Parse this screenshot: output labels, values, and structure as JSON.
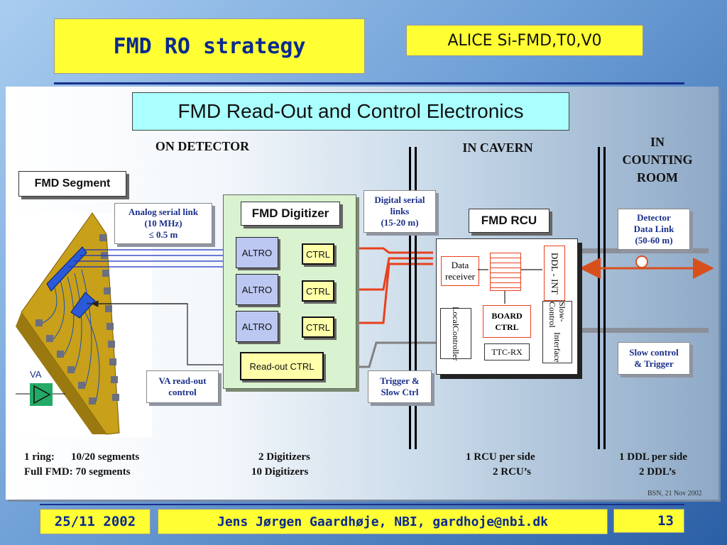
{
  "slide": {
    "title": "FMD RO strategy",
    "subtitle": "ALICE Si-FMD,T0,V0",
    "diagram_title": "FMD Read-Out and Control Electronics"
  },
  "sections": {
    "on_detector": "ON DETECTOR",
    "in_cavern": "IN CAVERN",
    "counting_room": [
      "IN",
      "COUNTING",
      "ROOM"
    ]
  },
  "blocks": {
    "fmd_segment": "FMD Segment",
    "fmd_digitizer": "FMD Digitizer",
    "fmd_rcu": "FMD RCU",
    "altro": "ALTRO",
    "ctrl": "CTRL",
    "readout_ctrl": "Read-out CTRL",
    "va_label": "VA"
  },
  "labels": {
    "analog_link": [
      "Analog serial link",
      "(10 MHz)",
      "≤ 0.5 m"
    ],
    "digital_links": [
      "Digital serial",
      "links",
      "(15-20 m)"
    ],
    "detector_data_link": [
      "Detector",
      "Data Link",
      "(50-60 m)"
    ],
    "va_readout": [
      "VA read-out",
      "control"
    ],
    "trigger_slow": [
      "Trigger &",
      "Slow Ctrl"
    ],
    "slow_control_trigger": [
      "Slow control",
      "& Trigger"
    ]
  },
  "rcu": {
    "data_receiver": [
      "Data",
      "receiver"
    ],
    "ddl_int": "DDL - INT",
    "local_controller": [
      "Local",
      "Controller"
    ],
    "board_ctrl": [
      "BOARD",
      "CTRL"
    ],
    "slow_control_interface": [
      "Slow-Control",
      "Interface"
    ],
    "ttc_rx": "TTC-RX"
  },
  "stats": {
    "ring_label": "1 ring:",
    "ring_segments": "10/20 segments",
    "full_fmd": "Full FMD:  70 segments",
    "digitizers_1": "2 Digitizers",
    "digitizers_2": "10 Digitizers",
    "rcu_1": "1 RCU per side",
    "rcu_2": "2 RCU’s",
    "ddl_1": "1 DDL per side",
    "ddl_2": "2 DDL’s"
  },
  "credit": "BSN, 21 Nov 2002",
  "footer": {
    "date": "25/11 2002",
    "author": "Jens Jørgen Gaardhøje, NBI, gardhoje@nbi.dk",
    "page": "13"
  },
  "colors": {
    "footer_yellow": "#ffff33",
    "title_cyan": "#aaffff",
    "link_red": "#e8401c",
    "ddl_orange": "#d84f1e",
    "digitizer_green": "#d9f2d0",
    "altro_blue": "#bcc8f2",
    "module_gold": "#c8a019"
  },
  "icons": [
    "detector-module-icon",
    "va-chip-icon",
    "amplifier-icon",
    "fifo-icon"
  ]
}
